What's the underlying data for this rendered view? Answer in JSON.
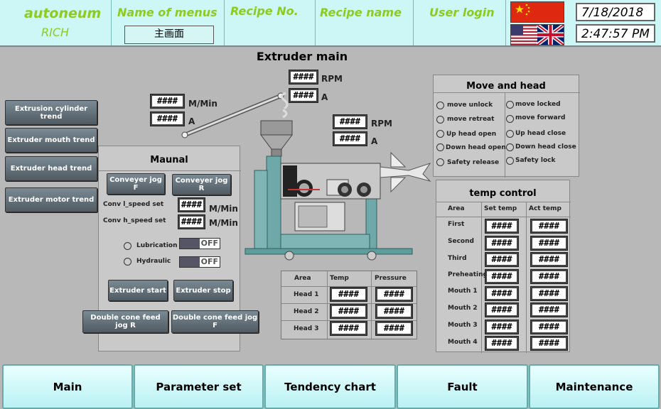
{
  "header": {
    "brand": "autoneum",
    "brand_sub": "RICH",
    "menu_label": "Name of  menus",
    "menu_value": "主画面",
    "recipe_no_label": "Recipe No.",
    "recipe_name_label": "Recipe name",
    "user_login_label": "User login",
    "date": "7/18/2018",
    "time": "2:47:57 PM"
  },
  "page_title": "Extruder main",
  "trend_buttons": [
    "Extrusion cylinder trend",
    "Extruder mouth trend",
    "Extruder head trend",
    "Extruder motor trend"
  ],
  "readouts": {
    "placeholder": "####",
    "conveyor_speed_unit": "M/Min",
    "conveyor_current_unit": "A",
    "top_rpm_unit": "RPM",
    "top_current_unit": "A",
    "motor_rpm_unit": "RPM",
    "motor_current_unit": "A"
  },
  "manual": {
    "title": "Maunal",
    "conveyor_jog_f": "Conveyer jog F",
    "conveyor_jog_r": "Conveyer jog R",
    "conv_l_speed": "Conv l_speed set",
    "conv_h_speed": "Conv h_speed set",
    "speed_unit": "M/Min",
    "lubrication": "Lubrication",
    "hydraulic": "Hydraulic",
    "toggle_off": "OFF",
    "extruder_start": "Extruder start",
    "extruder_stop": "Extruder stop",
    "double_cone_r": "Double cone feed jog R",
    "double_cone_f": "Double cone feed jog F"
  },
  "move_head": {
    "title": "Move and head",
    "left": [
      "move unlock",
      "move retreat",
      "Up head open",
      "Down head open",
      "Safety  release"
    ],
    "right": [
      "move locked",
      "move forward",
      "Up head close",
      "Down head close",
      "Safety lock"
    ]
  },
  "temp_control": {
    "title": "temp control",
    "headers": [
      "Area",
      "Set temp",
      "Act temp"
    ],
    "rows": [
      "First",
      "Second",
      "Third",
      "Preheating",
      "Mouth 1",
      "Mouth 2",
      "Mouth 3",
      "Mouth 4"
    ]
  },
  "head_table": {
    "headers": [
      "Area",
      "Temp",
      "Pressure"
    ],
    "rows": [
      "Head 1",
      "Head 2",
      "Head 3"
    ]
  },
  "nav": [
    "Main",
    "Parameter set",
    "Tendency chart",
    "Fault",
    "Maintenance"
  ],
  "colors": {
    "header_bg": "#cdf7f7",
    "brand_green": "#8ecb1f",
    "panel_bg": "#c9c9c9",
    "button_dark": "#5a646c",
    "nav_bg": "#c8f5f7"
  }
}
